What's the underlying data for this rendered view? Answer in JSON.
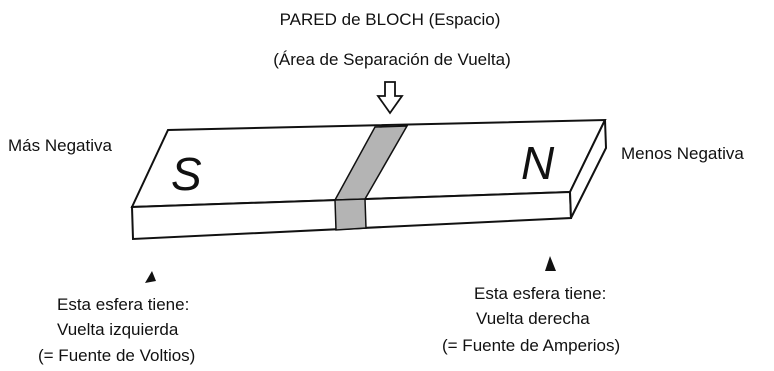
{
  "title": {
    "line1": "PARED de BLOCH (Espacio)",
    "line2": "(Área de Separación de Vuelta)"
  },
  "left_end_label": "Más Negativa",
  "right_end_label": "Menos Negativa",
  "poles": {
    "left": "S",
    "right": "N"
  },
  "left_note": {
    "line1": "Esta esfera tiene:",
    "line2": "Vuelta izquierda",
    "line3": "(= Fuente de Voltios)"
  },
  "right_note": {
    "line1": "Esta esfera tiene:",
    "line2": "Vuelta derecha",
    "line3": "(= Fuente de Amperios)"
  },
  "colors": {
    "outline": "#111111",
    "magnet_face": "#ffffff",
    "bloch_wall": "#b4b4b4"
  },
  "icons": {
    "pointer": "hollow-down-arrow-icon",
    "markers": "small-arrowhead-icon"
  }
}
